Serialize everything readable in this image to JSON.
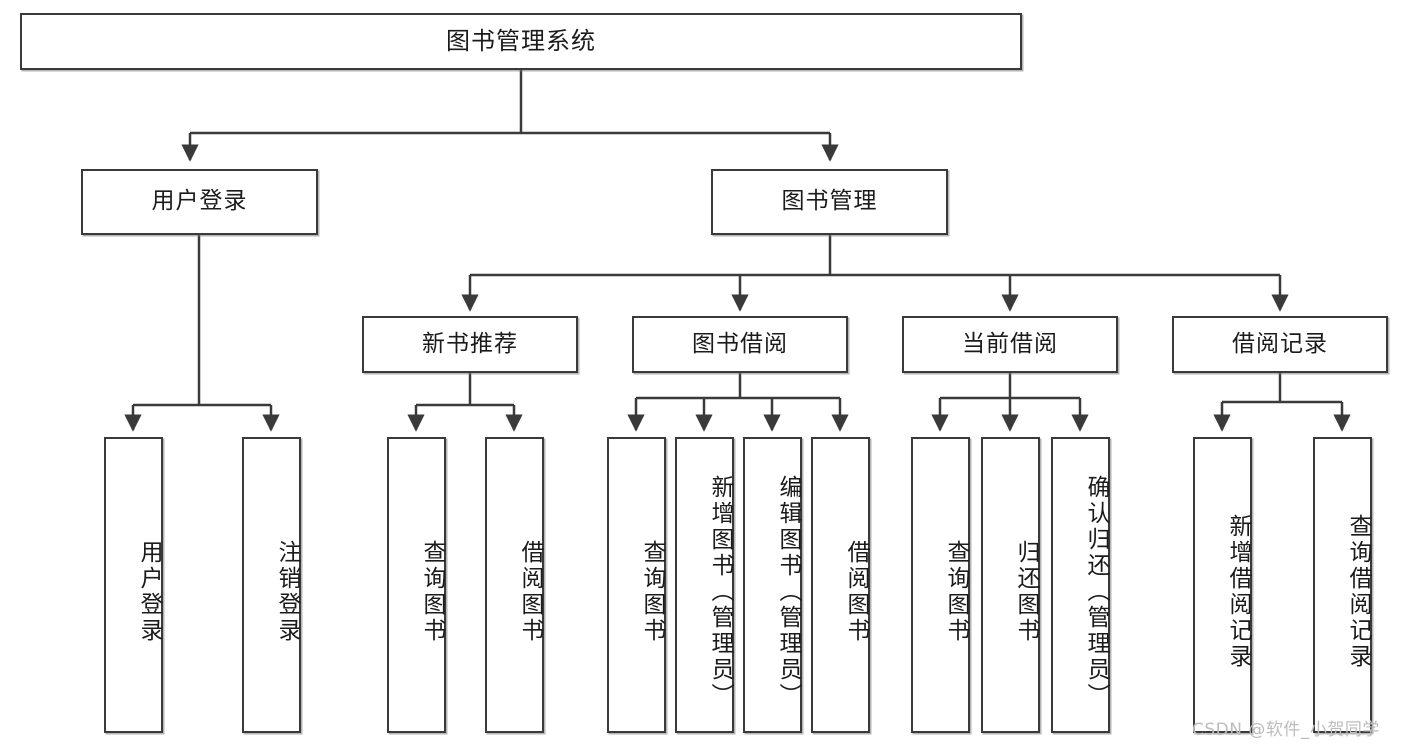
{
  "diagram": {
    "title": "图书管理系统",
    "type": "tree-hierarchy",
    "root": {
      "label": "图书管理系统"
    },
    "level2": [
      {
        "label": "用户登录"
      },
      {
        "label": "图书管理"
      }
    ],
    "level3": [
      {
        "label": "新书推荐"
      },
      {
        "label": "图书借阅"
      },
      {
        "label": "当前借阅"
      },
      {
        "label": "借阅记录"
      }
    ],
    "leaves": {
      "user_login": [
        {
          "label": "用户登录"
        },
        {
          "label": "注销登录"
        }
      ],
      "new_book_recommend": [
        {
          "label": "查询图书"
        },
        {
          "label": "借阅图书"
        }
      ],
      "book_borrow": [
        {
          "label": "查询图书"
        },
        {
          "label": "新增图书（管理员）"
        },
        {
          "label": "编辑图书（管理员）"
        },
        {
          "label": "借阅图书"
        }
      ],
      "current_borrow": [
        {
          "label": "查询图书"
        },
        {
          "label": "归还图书"
        },
        {
          "label": "确认归还（管理员）"
        }
      ],
      "borrow_record": [
        {
          "label": "新增借阅记录"
        },
        {
          "label": "查询借阅记录"
        }
      ]
    }
  },
  "watermark": {
    "text": "CSDN @软件_小贺同学"
  },
  "colors": {
    "stroke": "#3a3a3a",
    "background": "#ffffff",
    "text": "#1b1b1b",
    "watermark": "#bdbdbd"
  }
}
